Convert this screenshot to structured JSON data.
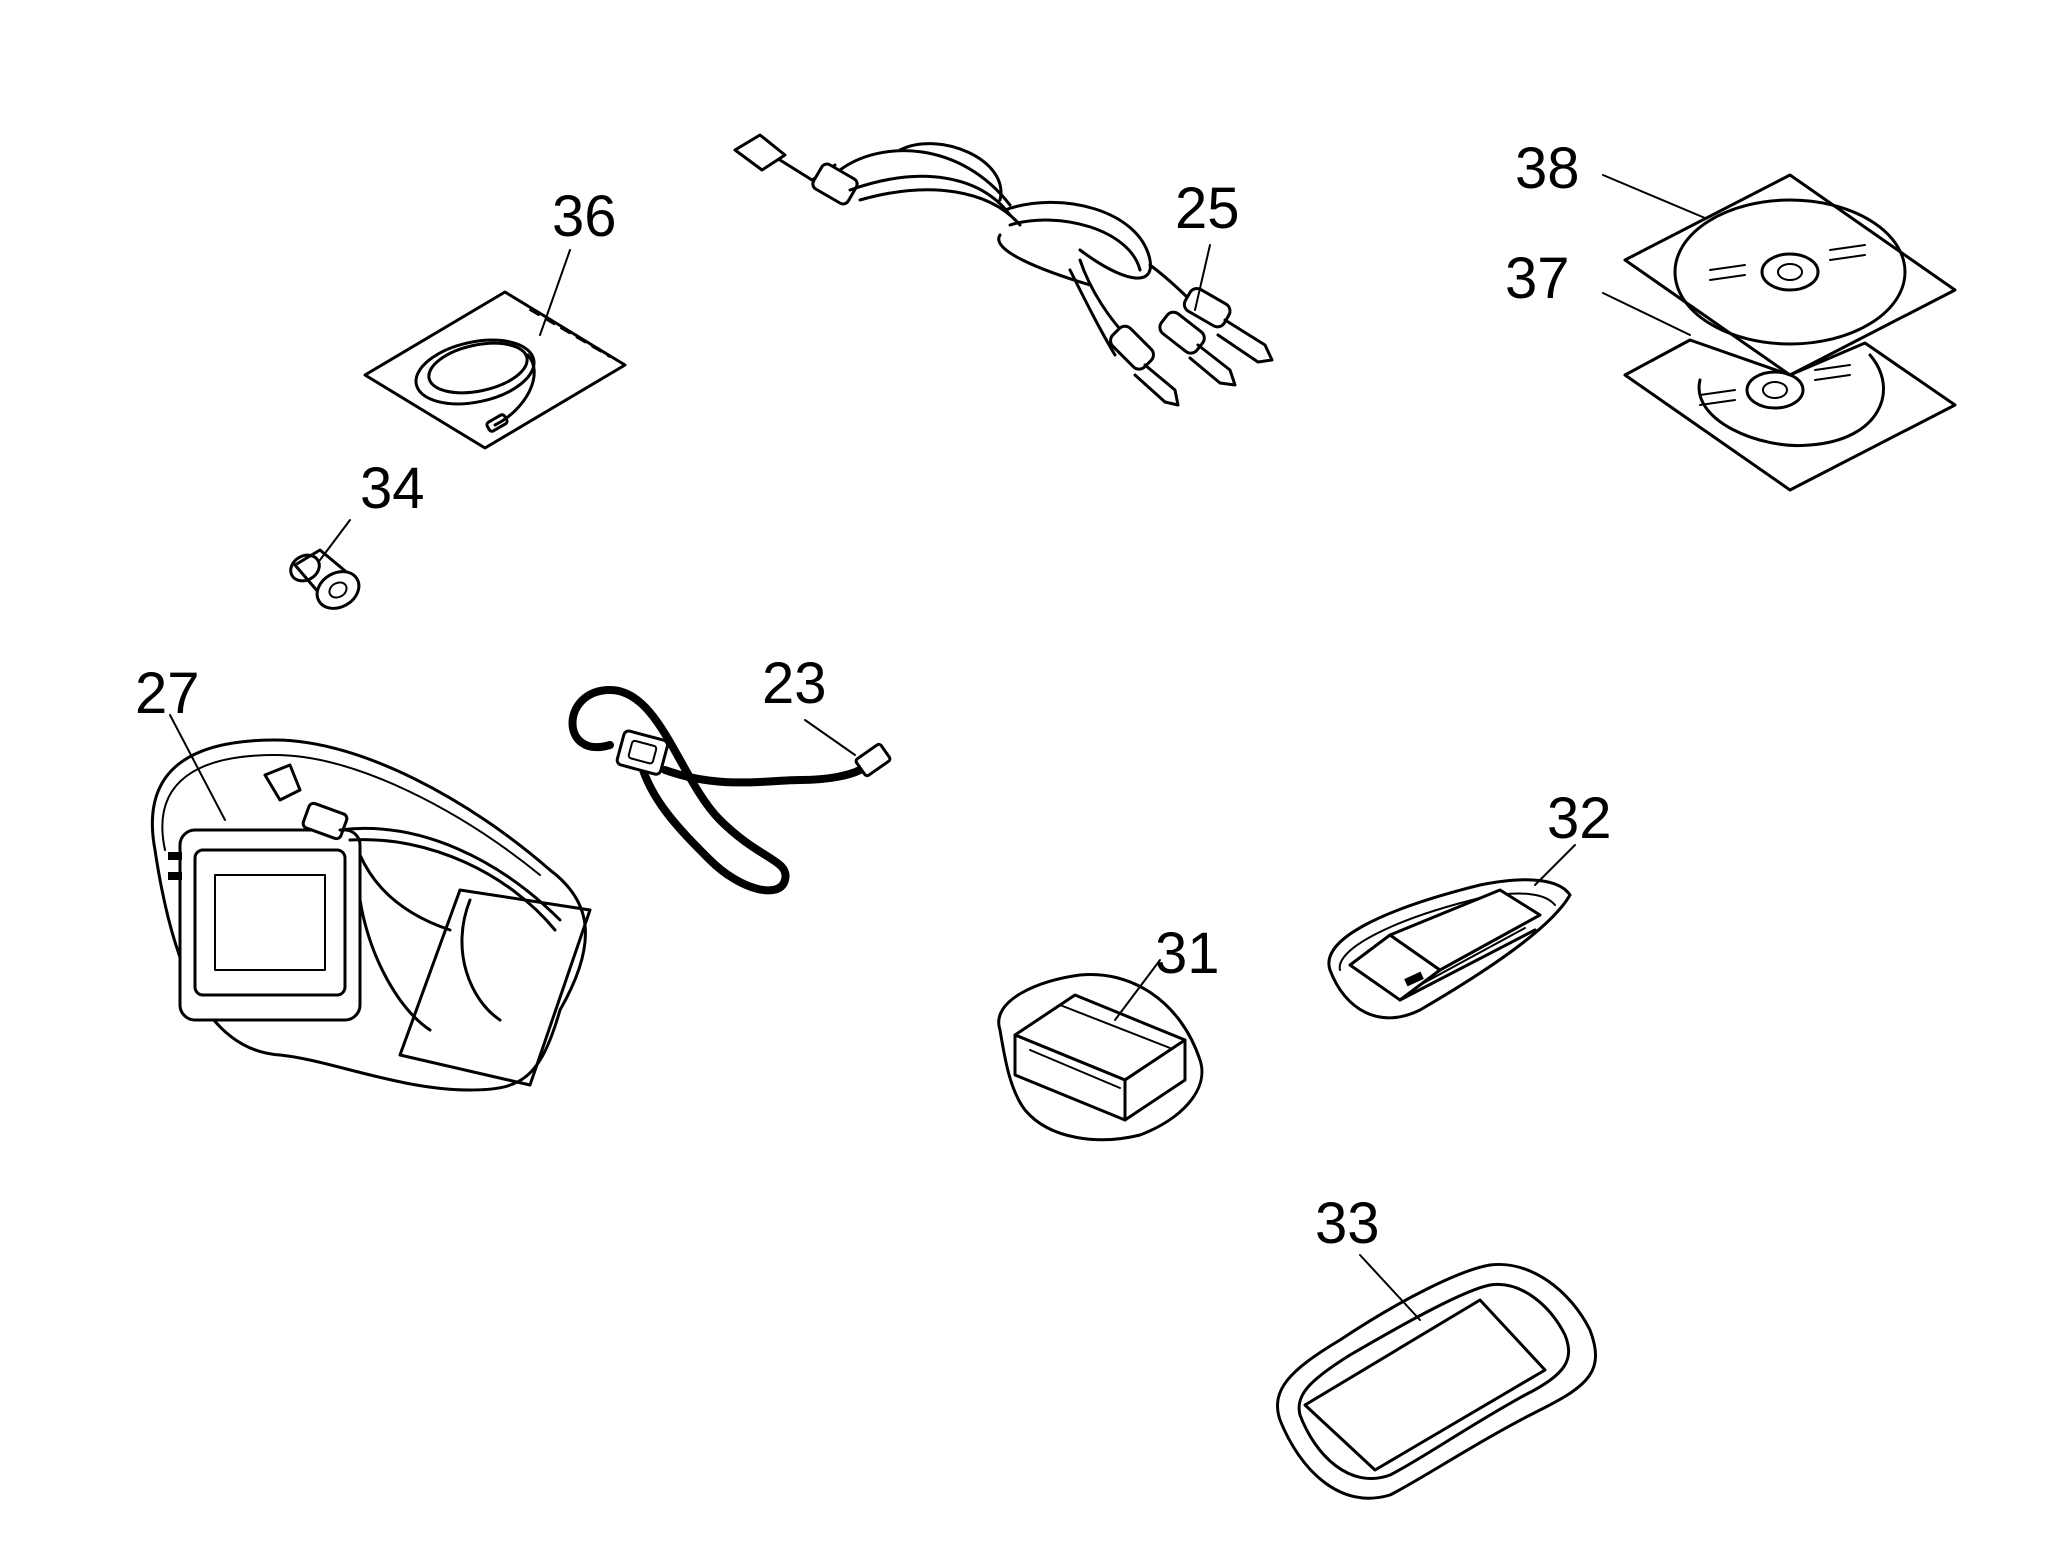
{
  "diagram": {
    "parts": [
      {
        "id": "p36",
        "label": "36"
      },
      {
        "id": "p25",
        "label": "25"
      },
      {
        "id": "p38",
        "label": "38"
      },
      {
        "id": "p37",
        "label": "37"
      },
      {
        "id": "p34",
        "label": "34"
      },
      {
        "id": "p27",
        "label": "27"
      },
      {
        "id": "p23",
        "label": "23"
      },
      {
        "id": "p32",
        "label": "32"
      },
      {
        "id": "p31",
        "label": "31"
      },
      {
        "id": "p33",
        "label": "33"
      }
    ]
  }
}
